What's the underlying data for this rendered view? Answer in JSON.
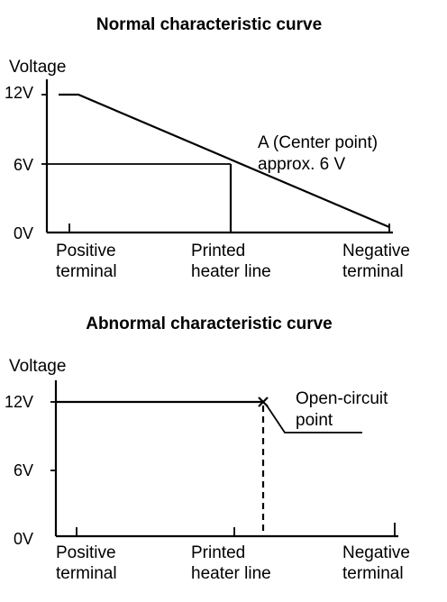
{
  "normal": {
    "title": "Normal characteristic curve",
    "y_label": "Voltage",
    "y_ticks": [
      "12V",
      "6V",
      "0V"
    ],
    "x_labels": [
      {
        "line1": "Positive",
        "line2": "terminal"
      },
      {
        "line1": "Printed",
        "line2": "heater line"
      },
      {
        "line1": "Negative",
        "line2": "terminal"
      }
    ],
    "annotation_line1": "A (Center point)",
    "annotation_line2": "approx. 6 V"
  },
  "abnormal": {
    "title": "Abnormal characteristic curve",
    "y_label": "Voltage",
    "y_ticks": [
      "12V",
      "6V",
      "0V"
    ],
    "x_labels": [
      {
        "line1": "Positive",
        "line2": "terminal"
      },
      {
        "line1": "Printed",
        "line2": "heater line"
      },
      {
        "line1": "Negative",
        "line2": "terminal"
      }
    ],
    "annotation_line1": "Open-circuit",
    "annotation_line2": "point"
  }
}
